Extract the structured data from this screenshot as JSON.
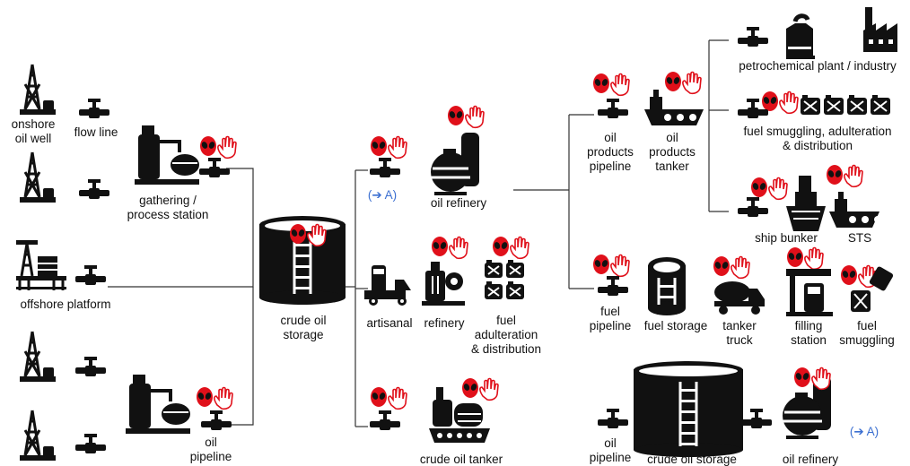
{
  "labels": {
    "onshore_well_1": "onshore\noil well",
    "flow_line": "flow line",
    "gathering_station": "gathering /\nprocess station",
    "offshore_platform": "offshore platform",
    "pipeline_bottom": "oil\npipeline",
    "crude_storage": "crude oil\nstorage",
    "ref_a_1": "(➔ A)",
    "oil_refinery_top": "oil refinery",
    "artisanal": "artisanal",
    "refinery_mid": "refinery",
    "fuel_adulteration": "fuel\nadulteration\n& distribution",
    "crude_oil_tanker": "crude oil tanker",
    "oil_products_pipeline": "oil\nproducts\npipeline",
    "oil_products_tanker": "oil\nproducts\ntanker",
    "petrochemical": "petrochemical plant / industry",
    "fuel_smuggling_dist": "fuel smuggling, adulteration\n& distribution",
    "ship_bunker": "ship bunker",
    "sts": "STS",
    "fuel_pipeline": "fuel\npipeline",
    "fuel_storage": "fuel storage",
    "tanker_truck": "tanker\ntruck",
    "filling_station": "filling\nstation",
    "fuel_smuggling": "fuel\nsmuggling",
    "oil_pipeline_br": "oil\npipeline",
    "crude_storage_br": "crude oil storage",
    "oil_refinery_br": "oil refinery",
    "ref_a_2": "(➔ A)"
  },
  "icons": [
    "oil-well-icon",
    "valve-icon",
    "gathering-station-icon",
    "offshore-platform-icon",
    "storage-tank-icon",
    "refinery-icon",
    "truck-icon",
    "fuel-can-icon",
    "tanker-ship-icon",
    "factory-icon",
    "cargo-ship-icon",
    "tanker-truck-icon",
    "filling-station-icon",
    "alien-head-icon",
    "hand-icon"
  ],
  "colors": {
    "threat_red": "#e0101a",
    "reference_blue": "#3b6fd1",
    "ink": "#111111"
  }
}
